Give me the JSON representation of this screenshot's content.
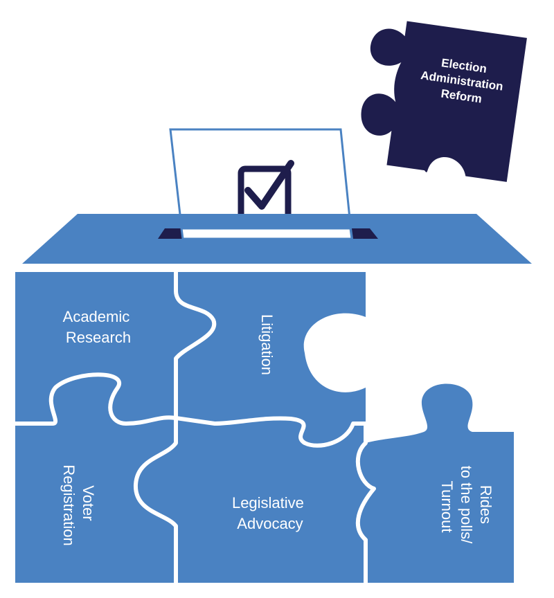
{
  "colors": {
    "box_blue": "#4a82c2",
    "box_lid": "#4a82c2",
    "dark_navy": "#1e1d4c",
    "seam": "#ffffff",
    "ballot_border": "#4a82c2",
    "check_color": "#1e1d4c"
  },
  "pieces": {
    "academic_research": [
      "Academic",
      "Research"
    ],
    "litigation": "Litigation",
    "voter_registration": [
      "Voter",
      "Registration"
    ],
    "legislative_advocacy": [
      "Legislative",
      "Advocacy"
    ],
    "rides_turnout": [
      "Rides",
      "to the polls/",
      "Turnout"
    ]
  },
  "floating_piece": [
    "Election",
    "Administration",
    "Reform"
  ],
  "icons": {
    "ballot": "ballot-icon",
    "checkbox": "checkbox-check-icon"
  }
}
